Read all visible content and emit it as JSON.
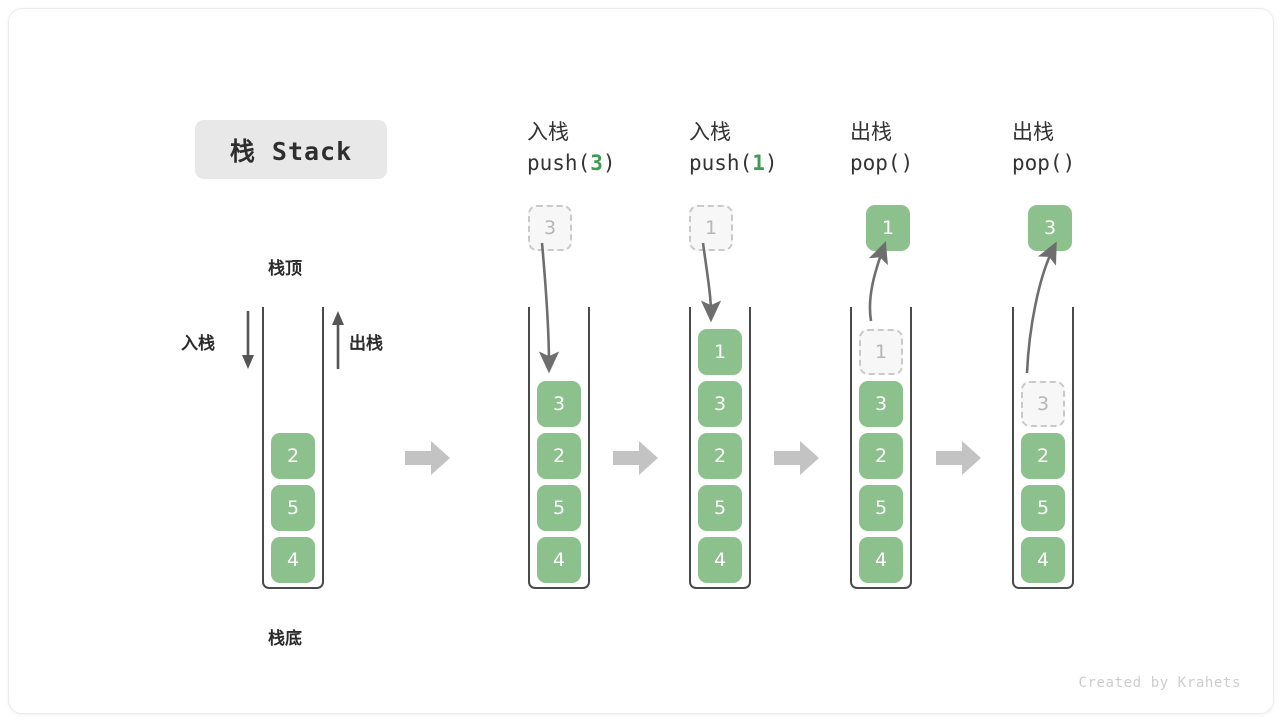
{
  "title": {
    "label": "栈 Stack"
  },
  "colors": {
    "element_green": "#8cc08c",
    "ghost_fill": "#f7f7f7",
    "ghost_border": "#c9c9c9",
    "container_stroke": "#4a4a4a",
    "block_arrow": "#c3c3c3",
    "curve_arrow": "#6e6e6e",
    "accent_number": "#3c9d4e",
    "title_chip_bg": "#e8e8e8"
  },
  "labels": {
    "top": "栈顶",
    "bottom": "栈底",
    "push_side": "入栈",
    "pop_side": "出栈"
  },
  "watermark": "Created by Krahets",
  "chart_data": {
    "type": "diagram",
    "title": "栈 Stack",
    "description": "Stack push and pop operation sequence",
    "steps": [
      {
        "index": 0,
        "heading_cn": "",
        "heading_code": "",
        "stack": [
          "2",
          "5",
          "4"
        ],
        "ghost": null,
        "floating": null,
        "annotations": [
          "栈顶",
          "栈底",
          "入栈",
          "出栈"
        ]
      },
      {
        "index": 1,
        "heading_cn": "入栈",
        "heading_code": "push(3)",
        "heading_value": "3",
        "stack": [
          "3",
          "2",
          "5",
          "4"
        ],
        "ghost": {
          "value": "3",
          "position": "above-stack"
        },
        "arrow": "down-into-stack"
      },
      {
        "index": 2,
        "heading_cn": "入栈",
        "heading_code": "push(1)",
        "heading_value": "1",
        "stack": [
          "1",
          "3",
          "2",
          "5",
          "4"
        ],
        "ghost": {
          "value": "1",
          "position": "above-stack"
        },
        "arrow": "down-into-stack"
      },
      {
        "index": 3,
        "heading_cn": "出栈",
        "heading_code": "pop()",
        "heading_value": "",
        "stack": [
          "3",
          "2",
          "5",
          "4"
        ],
        "ghost": {
          "value": "1",
          "position": "slot-0"
        },
        "floating": {
          "value": "1",
          "style": "solid"
        },
        "arrow": "up-out-of-stack"
      },
      {
        "index": 4,
        "heading_cn": "出栈",
        "heading_code": "pop()",
        "heading_value": "",
        "stack": [
          "2",
          "5",
          "4"
        ],
        "ghost": {
          "value": "3",
          "position": "slot-1"
        },
        "floating": {
          "value": "3",
          "style": "solid"
        },
        "arrow": "up-out-of-stack"
      }
    ]
  },
  "columns": [
    {
      "head_cn": "",
      "head_code": "",
      "cells": [
        {
          "value": "2",
          "kind": "solid"
        },
        {
          "value": "5",
          "kind": "solid"
        },
        {
          "value": "4",
          "kind": "solid"
        }
      ]
    },
    {
      "head_cn": "入栈",
      "head_code_pre": "push(",
      "head_code_num": "3",
      "head_code_post": ")",
      "ghost": "3",
      "cells": [
        {
          "value": "3",
          "kind": "solid"
        },
        {
          "value": "2",
          "kind": "solid"
        },
        {
          "value": "5",
          "kind": "solid"
        },
        {
          "value": "4",
          "kind": "solid"
        }
      ]
    },
    {
      "head_cn": "入栈",
      "head_code_pre": "push(",
      "head_code_num": "1",
      "head_code_post": ")",
      "ghost": "1",
      "cells": [
        {
          "value": "1",
          "kind": "solid"
        },
        {
          "value": "3",
          "kind": "solid"
        },
        {
          "value": "2",
          "kind": "solid"
        },
        {
          "value": "5",
          "kind": "solid"
        },
        {
          "value": "4",
          "kind": "solid"
        }
      ]
    },
    {
      "head_cn": "出栈",
      "head_code_pre": "pop(",
      "head_code_num": "",
      "head_code_post": ")",
      "floating": "1",
      "cells": [
        {
          "value": "1",
          "kind": "ghost"
        },
        {
          "value": "3",
          "kind": "solid"
        },
        {
          "value": "2",
          "kind": "solid"
        },
        {
          "value": "5",
          "kind": "solid"
        },
        {
          "value": "4",
          "kind": "solid"
        }
      ]
    },
    {
      "head_cn": "出栈",
      "head_code_pre": "pop(",
      "head_code_num": "",
      "head_code_post": ")",
      "floating": "3",
      "cells": [
        {
          "value": "3",
          "kind": "ghost"
        },
        {
          "value": "2",
          "kind": "solid"
        },
        {
          "value": "5",
          "kind": "solid"
        },
        {
          "value": "4",
          "kind": "solid"
        }
      ]
    }
  ]
}
